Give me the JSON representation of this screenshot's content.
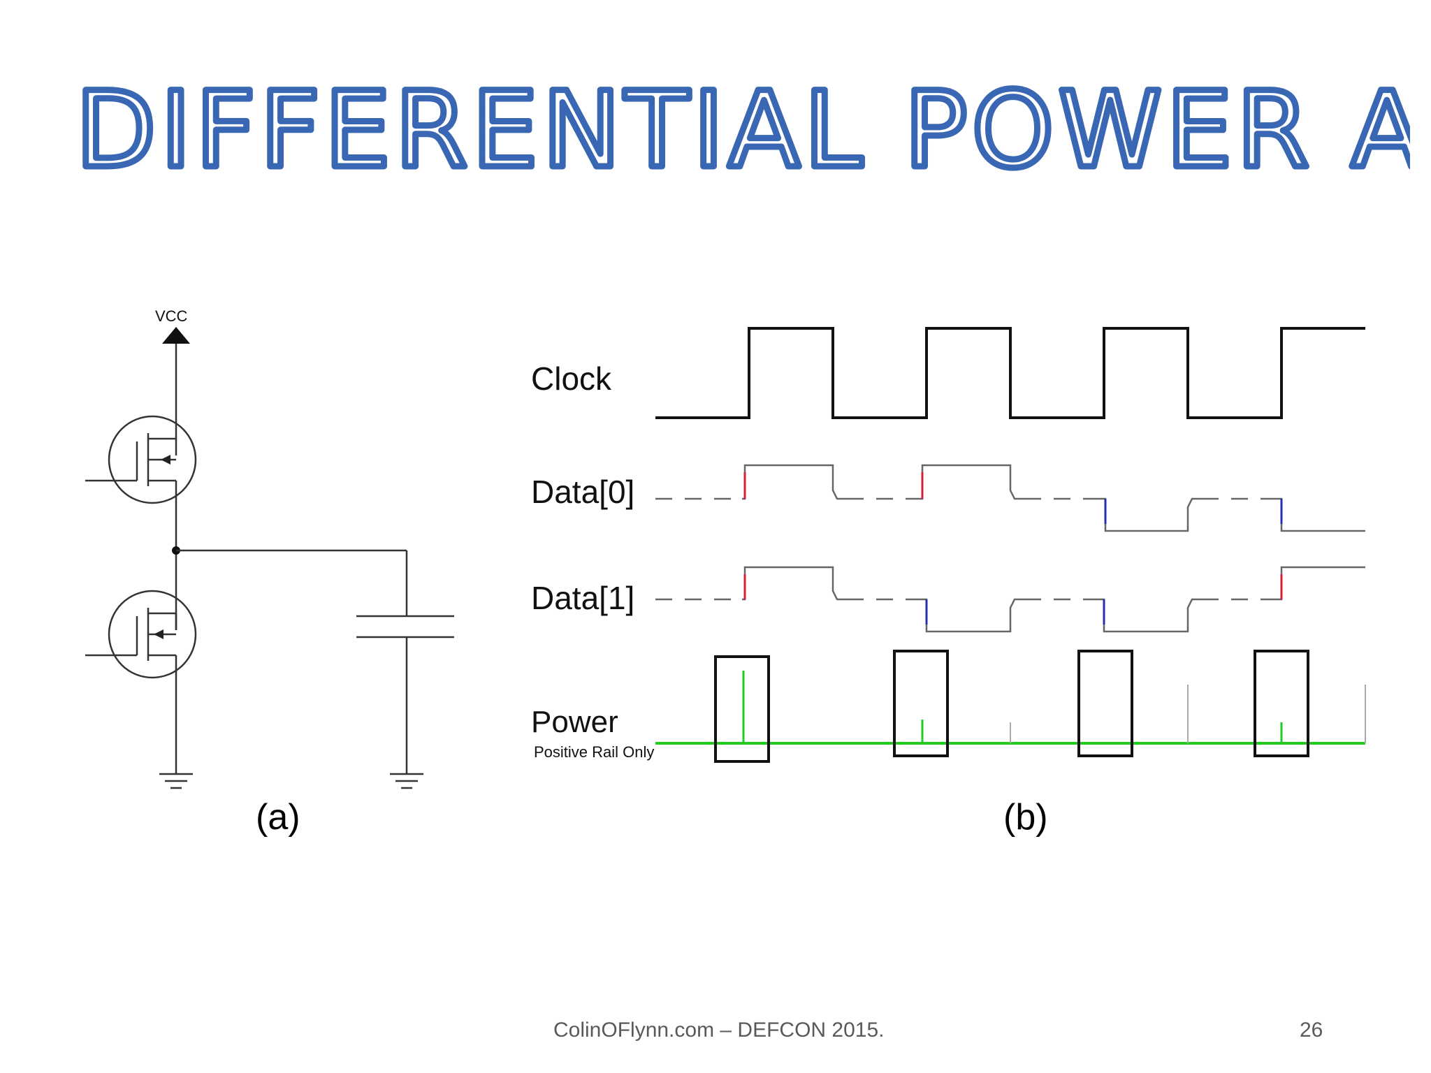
{
  "title": "DIFFERENTIAL POWER ANA.",
  "circuit": {
    "vcc_label": "VCC",
    "caption": "(a)"
  },
  "timing": {
    "caption": "(b)",
    "signals": {
      "clock": "Clock",
      "data0": "Data[0]",
      "data1": "Data[1]",
      "power": "Power",
      "power_sub": "Positive Rail Only"
    }
  },
  "colors": {
    "title": "#3a67b4",
    "rise_edge": "#d0203a",
    "fall_edge": "#2530b0",
    "power_trace": "#22cc22"
  },
  "footer": {
    "text": "ColinOFlynn.com – DEFCON 2015.",
    "page_number": "26"
  }
}
